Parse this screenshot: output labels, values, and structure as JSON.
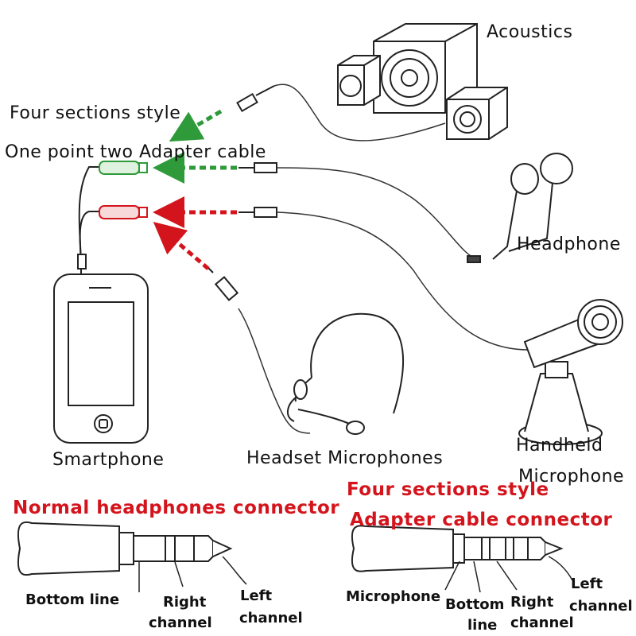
{
  "labels": {
    "acoustics": "Acoustics",
    "four_sections_style": "Four sections style",
    "one_point_two": "One point two Adapter cable",
    "headphone": "Headphone",
    "smartphone": "Smartphone",
    "headset_microphones": "Headset Microphones",
    "handheld": "Handheld",
    "microphone": "Microphone"
  },
  "connectors": {
    "normal_title": "Normal headphones connector",
    "four_title_1": "Four sections style",
    "four_title_2": "Adapter cable connector",
    "normal_parts": {
      "bottom_line": "Bottom line",
      "right": "Right",
      "right_2": "channel",
      "left": "Left",
      "left_2": "channel"
    },
    "four_parts": {
      "microphone": "Microphone",
      "bottom": "Bottom",
      "bottom_2": "line",
      "right": "Right",
      "right_2": "channel",
      "left": "Left",
      "left_2": "channel"
    }
  },
  "colors": {
    "green_arrow": "#2e9a3a",
    "red_arrow": "#d4141c",
    "line": "#222222",
    "title_red": "#d4141c"
  }
}
